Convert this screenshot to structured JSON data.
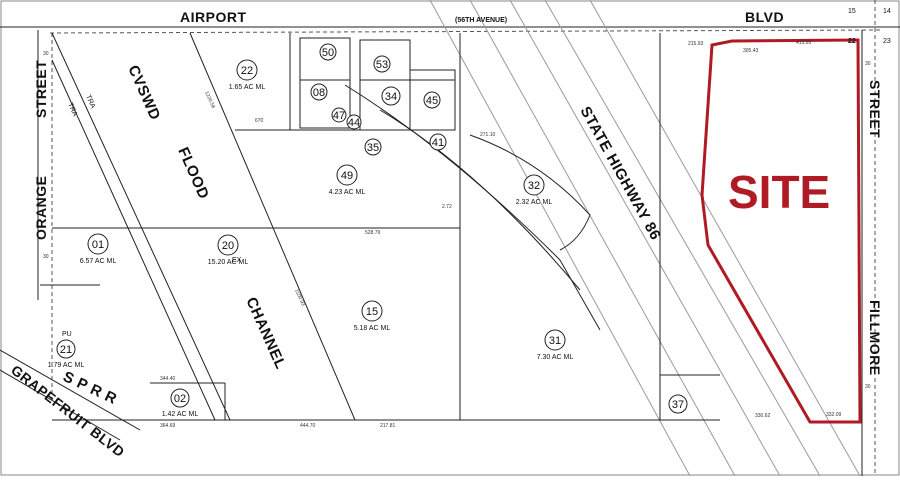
{
  "streets": {
    "airport": "AIRPORT",
    "avenue_56": "(56TH AVENUE)",
    "blvd": "BLVD",
    "orange_street_a": "ORANGE",
    "orange_street_b": "STREET",
    "fillmore_street_a": "STREET",
    "fillmore_street_b": "FILLMORE",
    "grapefruit": "GRAPEFRUIT BLVD",
    "highway": "STATE HIGHWAY 86"
  },
  "channel": {
    "cvswd": "CVSWD",
    "flood": "FLOOD",
    "channel": "CHANNEL"
  },
  "sprr": "S P R R",
  "site_label": "SITE",
  "section_numbers": {
    "n15": "15",
    "n14": "14",
    "n22": "22",
    "n23": "23"
  },
  "tra_labels": {
    "tra1": "TRA",
    "tra2": "TRA"
  },
  "parcels": [
    {
      "id": "22",
      "acres": "1.65 AC ML"
    },
    {
      "id": "50",
      "acres": ""
    },
    {
      "id": "53",
      "acres": ""
    },
    {
      "id": "08",
      "acres": ""
    },
    {
      "id": "47",
      "acres": ""
    },
    {
      "id": "44",
      "acres": ""
    },
    {
      "id": "34",
      "acres": ""
    },
    {
      "id": "45",
      "acres": ""
    },
    {
      "id": "35",
      "acres": ""
    },
    {
      "id": "41",
      "acres": ""
    },
    {
      "id": "49",
      "acres": "4.23 AC ML"
    },
    {
      "id": "32",
      "acres": "2.32 AC ML"
    },
    {
      "id": "01",
      "acres": "6.57 AC ML"
    },
    {
      "id": "20",
      "acres": "15.20 AC ML"
    },
    {
      "id": "15",
      "acres": "5.18 AC ML"
    },
    {
      "id": "31",
      "acres": "7.30 AC ML"
    },
    {
      "id": "21",
      "acres": "1.79 AC ML"
    },
    {
      "id": "02",
      "acres": "1.42 AC ML"
    },
    {
      "id": "37",
      "acres": ""
    }
  ],
  "extras": {
    "ex": "EX",
    "pu": "PU"
  },
  "dimensions": {
    "d1": "215.93",
    "d2": "413.95",
    "d3": "305.43",
    "d4": "332.09",
    "d5": "330.62",
    "d6": "444.70",
    "d7": "217.81",
    "d8": "364.69",
    "d9": "344.40",
    "d10": "528.79",
    "d11": "271.10",
    "d12": "670",
    "d13": "1220.58",
    "d14": "1100.93",
    "d15": "2.72",
    "d16": "30",
    "d17": "30",
    "d18": "30",
    "d19": "30"
  },
  "colors": {
    "site_outline": "#b01a24",
    "line": "#222222",
    "dashed": "#555555"
  }
}
